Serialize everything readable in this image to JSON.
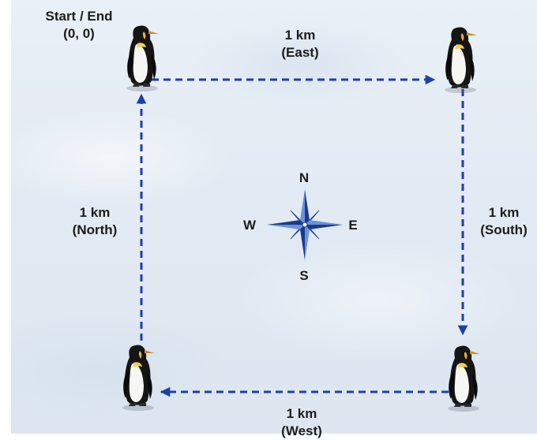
{
  "start_label": {
    "line1": "Start / End",
    "line2": "(0, 0)"
  },
  "legs": [
    {
      "id": "east",
      "distance": "1 km",
      "direction": "(East)"
    },
    {
      "id": "south",
      "distance": "1 km",
      "direction": "(South)"
    },
    {
      "id": "west",
      "distance": "1 km",
      "direction": "(West)"
    },
    {
      "id": "north",
      "distance": "1 km",
      "direction": "(North)"
    }
  ],
  "compass": {
    "north": "N",
    "south": "S",
    "east": "E",
    "west": "W"
  },
  "penguins": [
    "penguin-icon",
    "penguin-icon",
    "penguin-icon",
    "penguin-icon"
  ],
  "colors": {
    "path": "#1f3fa8",
    "compass_dark": "#1b3a8a",
    "compass_light": "#5f86d4"
  }
}
